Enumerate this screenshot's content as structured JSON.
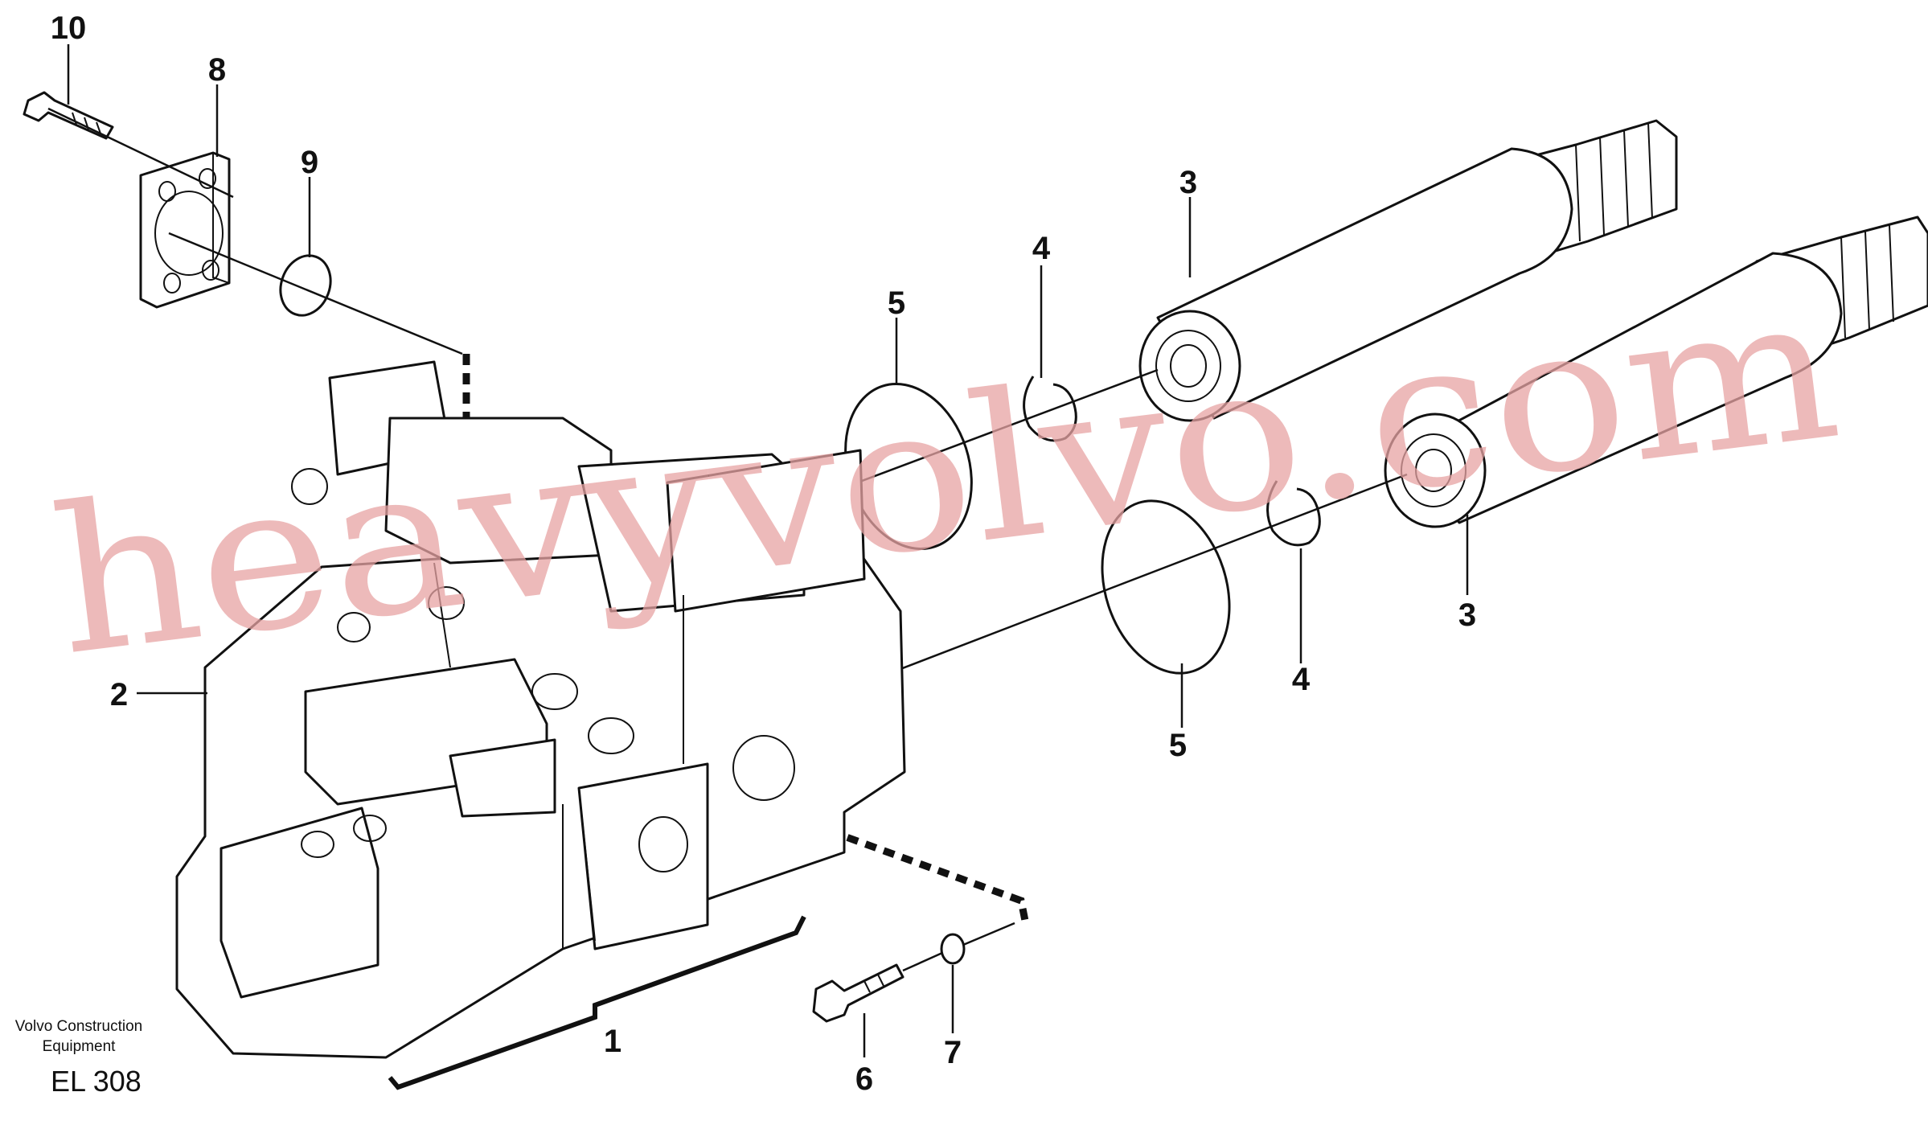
{
  "labels": {
    "l10": "10",
    "l8": "8",
    "l9": "9",
    "l3a": "3",
    "l4a": "4",
    "l5a": "5",
    "l2": "2",
    "l5b": "5",
    "l4b": "4",
    "l3b": "3",
    "l1": "1",
    "l6": "6",
    "l7": "7"
  },
  "footer": {
    "brand_line1": "Volvo Construction",
    "brand_line2": "Equipment",
    "code": "EL 308"
  },
  "watermark": "heavyvolvo.com"
}
